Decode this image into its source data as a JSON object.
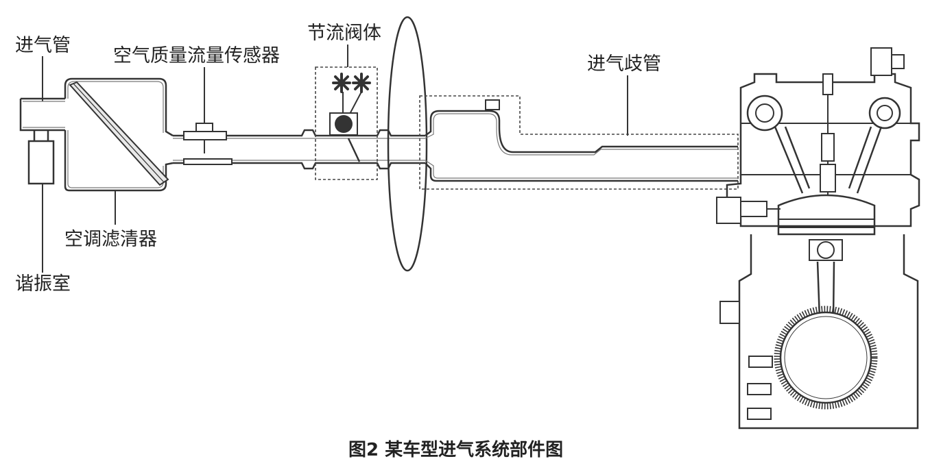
{
  "labels": {
    "intake_pipe": "进气管",
    "mass_air_flow_sensor": "空气质量流量传感器",
    "throttle_body": "节流阀体",
    "intake_manifold": "进气歧管",
    "air_filter": "空调滤清器",
    "resonator": "谐振室"
  },
  "caption": "图2  某车型进气系统部件图",
  "colors": {
    "line": "#333333",
    "text": "#222222",
    "background": "#ffffff"
  }
}
